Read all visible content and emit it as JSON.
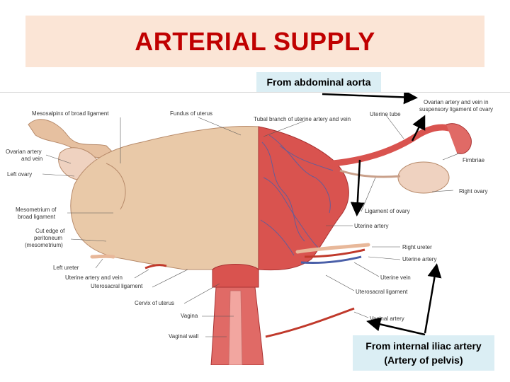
{
  "slide": {
    "title": "ARTERIAL SUPPLY",
    "callout_top": "From abdominal aorta",
    "callout_bottom_line1": "From internal iliac artery",
    "callout_bottom_line2": "(Artery of pelvis)"
  },
  "labels_left": {
    "mesosalpinx": "Mesosalpinx of broad ligament",
    "fundus": "Fundus of uterus",
    "ovarian_artery_1": "Ovarian artery",
    "ovarian_artery_2": "and vein",
    "left_ovary": "Left ovary",
    "mesometrium_1": "Mesometrium of",
    "mesometrium_2": "broad ligament",
    "cut_edge_1": "Cut edge of",
    "cut_edge_2": "peritoneum",
    "cut_edge_3": "(mesometrium)",
    "left_ureter": "Left ureter",
    "uterine_artery_vein": "Uterine artery and vein",
    "uterosacral_left": "Uterosacral ligament",
    "cervix": "Cervix of uterus",
    "vagina": "Vagina",
    "vaginal_wall": "Vaginal wall"
  },
  "labels_right": {
    "tubal_branch": "Tubal branch of uterine artery and vein",
    "uterine_tube": "Uterine tube",
    "ovarian_suspensory_1": "Ovarian artery and vein in",
    "ovarian_suspensory_2": "suspensory ligament of ovary",
    "fimbriae": "Fimbriae",
    "right_ovary": "Right ovary",
    "ligament_of_ovary": "Ligament of ovary",
    "uterine_artery": "Uterine artery",
    "right_ureter": "Right ureter",
    "uterine_artery_2": "Uterine artery",
    "uterine_vein": "Uterine vein",
    "uterosacral_right": "Uterosacral ligament",
    "vaginal_artery": "Vaginal artery"
  },
  "colors": {
    "title": "#c00000",
    "banner": "#fbe5d6",
    "callout": "#dbeef4",
    "tissue": "#e9c9a8",
    "muscle": "#d9534f",
    "vein": "#4a5fa8"
  }
}
